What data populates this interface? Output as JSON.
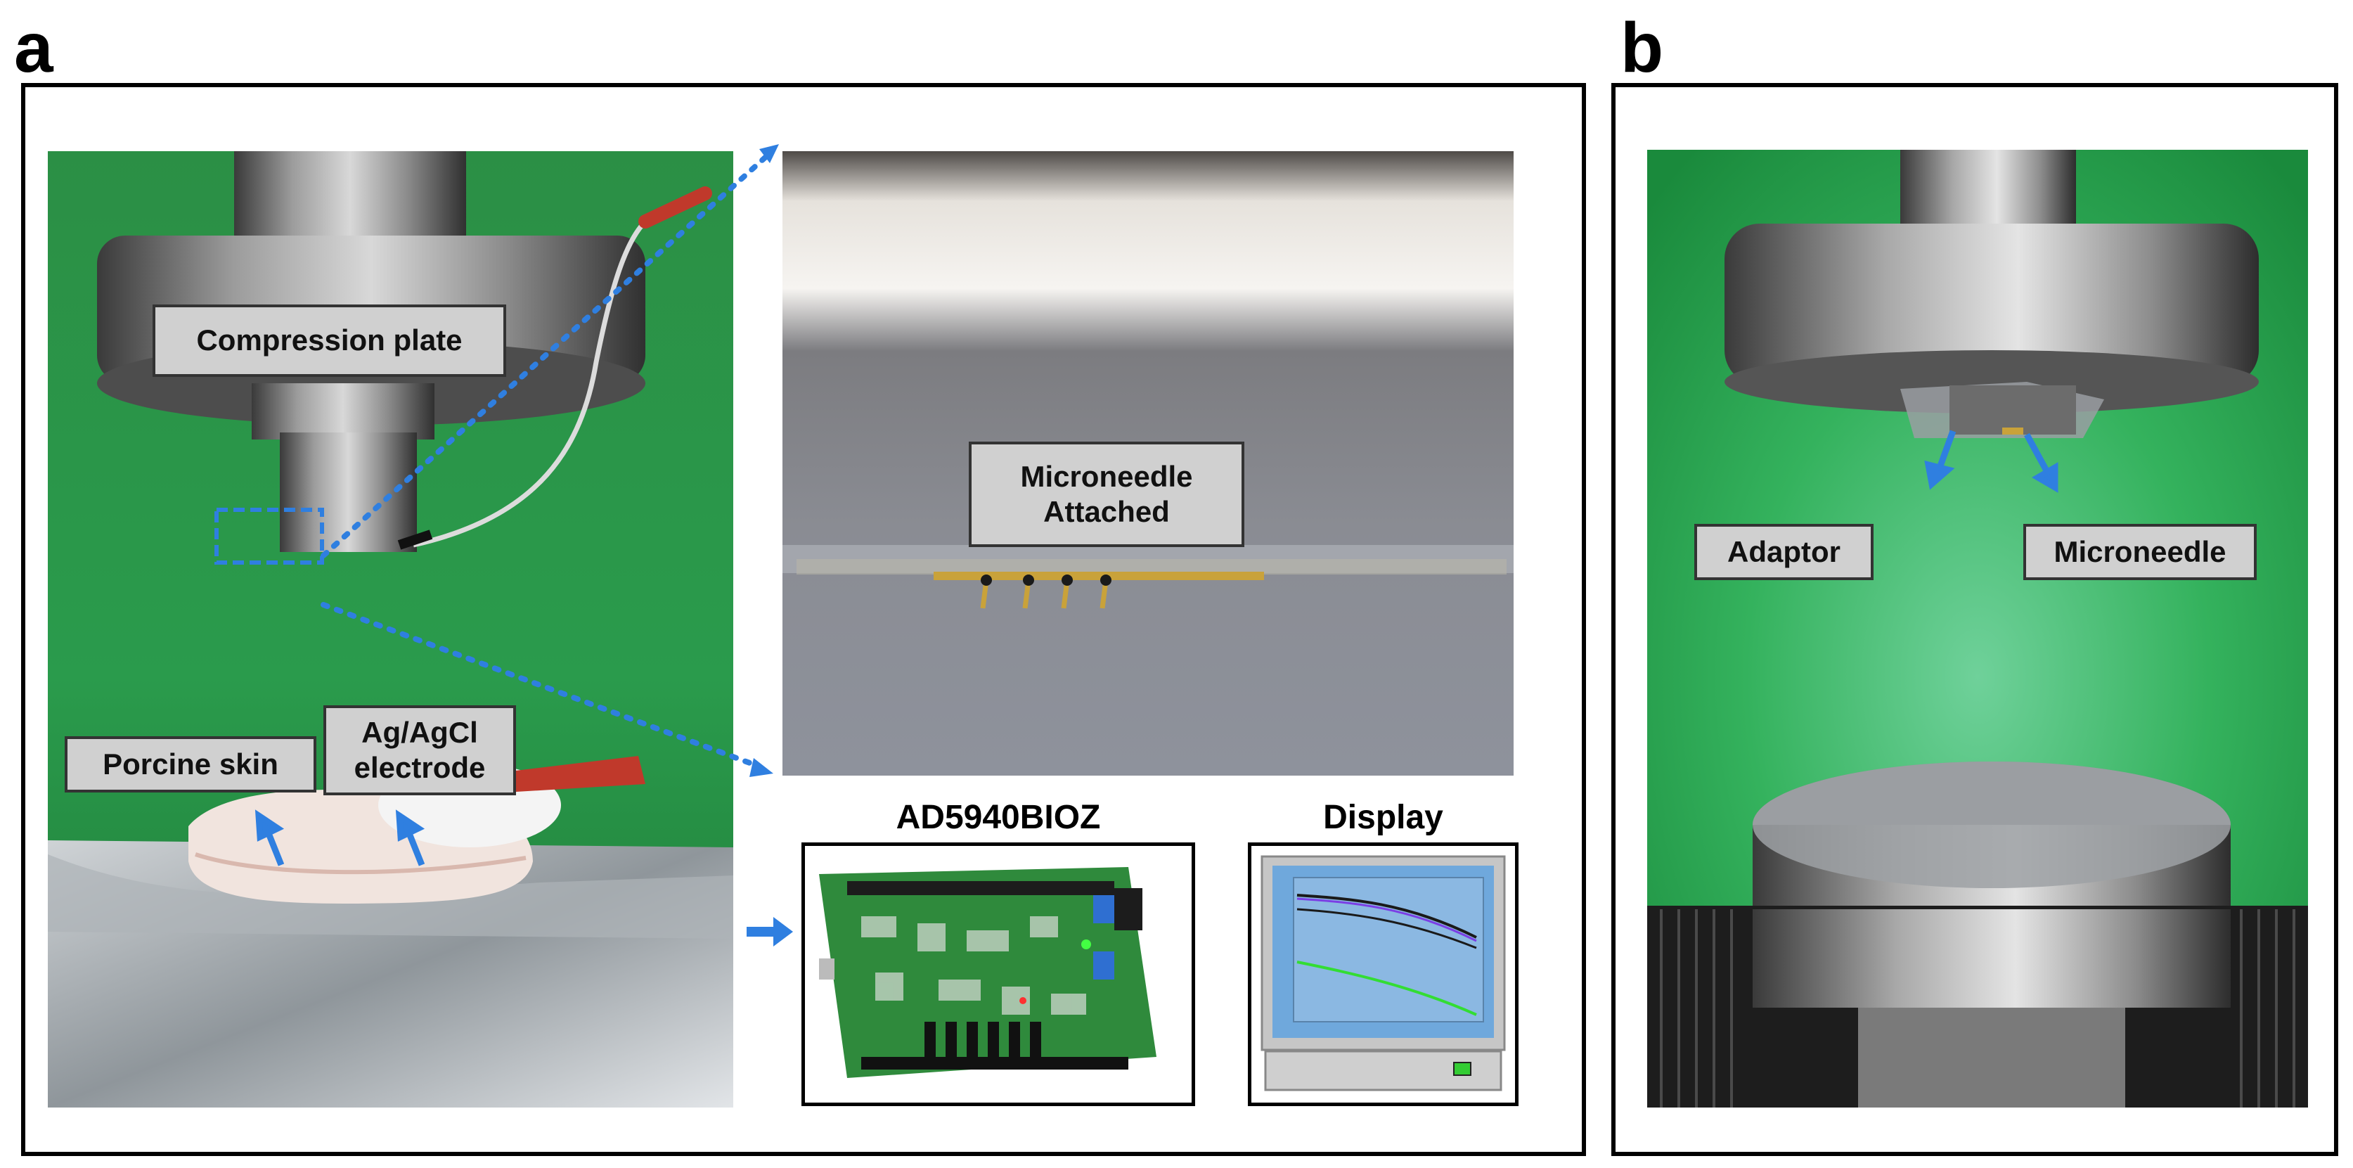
{
  "panels": {
    "a": {
      "letter": "a"
    },
    "b": {
      "letter": "b"
    }
  },
  "labels": {
    "compression_plate": "Compression plate",
    "porcine_skin": "Porcine skin",
    "electrode_line1": "Ag/AgCl",
    "electrode_line2": "electrode",
    "microneedle_attached_line1": "Microneedle",
    "microneedle_attached_line2": "Attached",
    "adaptor": "Adaptor",
    "microneedle": "Microneedle"
  },
  "captions": {
    "board": "AD5940BIOZ",
    "display": "Display"
  },
  "colors": {
    "green_screen": "#2e9a4a",
    "arrow_blue": "#2f7fe0",
    "label_bg": "#d0d0d0",
    "monitor_screen": "#6fa8dc",
    "pcb_green": "#2f8a3c"
  },
  "icons": {
    "right_arrow": "right-arrow-icon",
    "monitor": "monitor-icon",
    "circuit_board": "circuit-board-icon"
  }
}
